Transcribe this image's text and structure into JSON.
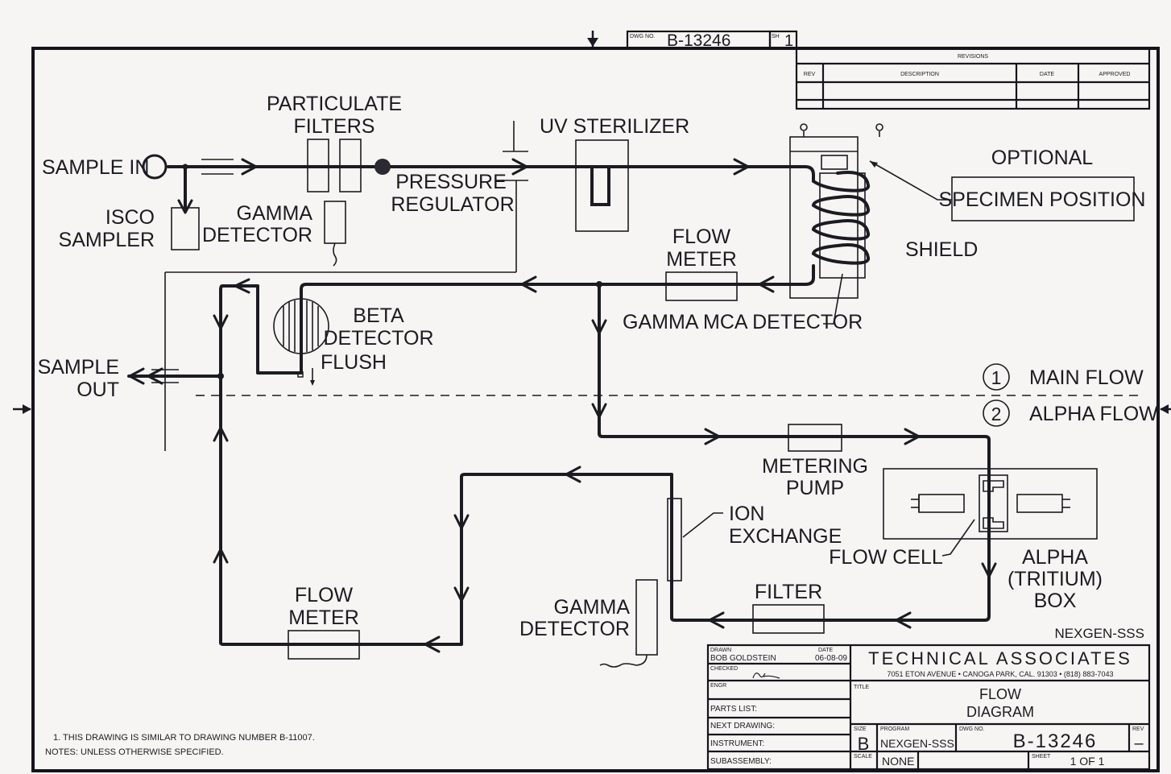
{
  "header": {
    "dwg_no_label": "DWG NO.",
    "dwg_no": "B-13246",
    "sheet_label": "SH",
    "sheet": "1"
  },
  "revisions": {
    "title": "REVISIONS",
    "columns": [
      "REV",
      "DESCRIPTION",
      "DATE",
      "APPROVED"
    ]
  },
  "components": {
    "sample_in": "SAMPLE IN",
    "isco_sampler": [
      "ISCO",
      "SAMPLER"
    ],
    "particulate_filters": [
      "PARTICULATE",
      "FILTERS"
    ],
    "gamma_detector_top": [
      "GAMMA",
      "DETECTOR"
    ],
    "pressure_regulator": [
      "PRESSURE",
      "REGULATOR"
    ],
    "uv_sterilizer": "UV STERILIZER",
    "optional": "OPTIONAL",
    "specimen_position": "SPECIMEN POSITION",
    "shield": "SHIELD",
    "flow_meter_top": [
      "FLOW",
      "METER"
    ],
    "gamma_mca_detector": "GAMMA MCA DETECTOR",
    "beta_detector": [
      "BETA",
      "DETECTOR"
    ],
    "flush": "FLUSH",
    "sample_out": [
      "SAMPLE",
      "OUT"
    ],
    "metering_pump": [
      "METERING",
      "PUMP"
    ],
    "ion_exchange": [
      "ION",
      "EXCHANGE"
    ],
    "flow_cell": "FLOW CELL",
    "alpha_box": [
      "ALPHA",
      "(TRITIUM)",
      "BOX"
    ],
    "filter": "FILTER",
    "gamma_detector_bottom": [
      "GAMMA",
      "DETECTOR"
    ],
    "flow_meter_bottom": [
      "FLOW",
      "METER"
    ]
  },
  "legend": [
    {
      "num": "1",
      "label": "MAIN FLOW"
    },
    {
      "num": "2",
      "label": "ALPHA FLOW"
    }
  ],
  "program_tag": "NEXGEN-SSS",
  "notes": {
    "line1": "1. THIS DRAWING IS SIMILAR TO DRAWING NUMBER B-11007.",
    "line2": "NOTES: UNLESS OTHERWISE SPECIFIED."
  },
  "title_block": {
    "drawn_label": "DRAWN",
    "drawn_by": "BOB GOLDSTEIN",
    "date_label": "DATE",
    "date": "06-08-09",
    "checked_label": "CHECKED",
    "engr_label": "ENGR",
    "parts_list": "PARTS LIST:",
    "next_drawing": "NEXT DRAWING:",
    "instrument": "INSTRUMENT:",
    "subassembly": "SUBASSEMBLY:",
    "company": "TECHNICAL ASSOCIATES",
    "address": "7051 ETON AVENUE • CANOGA PARK, CAL. 91303 • (818) 883-7043",
    "title_label": "TITLE",
    "title_line1": "FLOW",
    "title_line2": "DIAGRAM",
    "size_label": "SIZE",
    "size": "B",
    "program_label": "PROGRAM",
    "program": "NEXGEN-SSS",
    "dwg_no_label": "DWG NO.",
    "dwg_no": "B-13246",
    "rev_label": "REV",
    "rev": "–",
    "scale_label": "SCALE",
    "scale": "NONE",
    "sheet_label": "SHEET",
    "sheet": "1 OF 1"
  },
  "colors": {
    "ink": "#1b1b22",
    "paper": "#f7f5f3"
  }
}
